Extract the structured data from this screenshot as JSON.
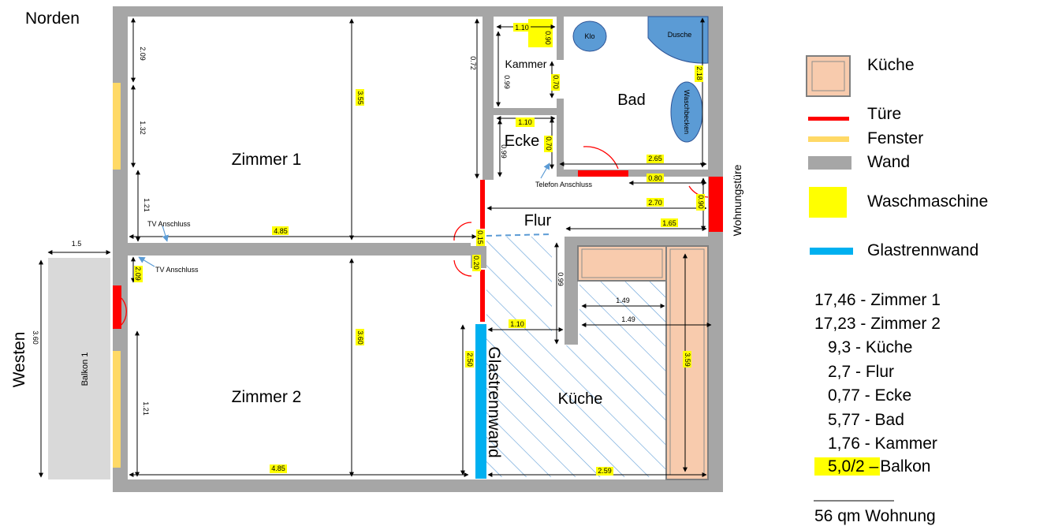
{
  "compass": {
    "north": "Norden",
    "west": "Westen"
  },
  "rooms": {
    "zimmer1": "Zimmer 1",
    "zimmer2": "Zimmer 2",
    "kammer": "Kammer",
    "bad": "Bad",
    "ecke": "Ecke",
    "flur": "Flur",
    "kueche": "Küche",
    "glastrennwand": "Glastrennwand",
    "balkon": "Balkon 1",
    "klo": "Klo",
    "dusche": "Dusche",
    "waschbecken": "Waschbecken",
    "wohnungstuere": "Wohnungstüre"
  },
  "notes": {
    "tv1": "TV Anschluss",
    "tv2": "TV Anschluss",
    "telefon": "Telefon Anschluss"
  },
  "dimensions": {
    "d_209_top": "2.09",
    "d_132": "1.32",
    "d_121_top": "1.21",
    "d_355": "3.55",
    "d_485_top": "4.85",
    "d_072": "0.72",
    "d_110_kammer": "1.10",
    "d_090_kammer": "0.90",
    "d_099_kammer": "0.99",
    "d_070_top": "0.70",
    "d_110_ecke": "1.10",
    "d_099_ecke": "0.99",
    "d_070_ecke": "0.70",
    "d_218": "2.18",
    "d_265": "2.65",
    "d_080": "0.80",
    "d_270": "2.70",
    "d_090_door": "0.90",
    "d_165": "1.65",
    "d_015": "0.15",
    "d_020": "0.20",
    "d_15_balkon": "1.5",
    "d_360_balkon": "3.60",
    "d_209_bottom": "2.09",
    "d_360": "3.60",
    "d_121_bottom": "1.21",
    "d_485_bottom": "4.85",
    "d_250": "2.50",
    "d_110_flur": "1.10",
    "d_099_flur": "0.99",
    "d_149_a": "1.49",
    "d_149_b": "1.49",
    "d_359": "3.59",
    "d_259": "2.59"
  },
  "legend": [
    {
      "label": "Küche",
      "swatch": "kitchen"
    },
    {
      "label": "Türe",
      "swatch": "door"
    },
    {
      "label": "Fenster",
      "swatch": "window"
    },
    {
      "label": "Wand",
      "swatch": "wall"
    },
    {
      "label": "Waschmaschine",
      "swatch": "washer"
    },
    {
      "label": "Glastrennwand",
      "swatch": "glass"
    }
  ],
  "areas": [
    {
      "text": "17,46 - Zimmer 1"
    },
    {
      "text": "17,23 - Zimmer 2"
    },
    {
      "text": "9,3 - Küche"
    },
    {
      "text": "2,7 - Flur"
    },
    {
      "text": "0,77 - Ecke"
    },
    {
      "text": "5,77 - Bad"
    },
    {
      "text": "1,76 - Kammer"
    }
  ],
  "balkon_area": {
    "value": "5,0/2 –",
    "label": "Balkon"
  },
  "total": "56 qm Wohnung",
  "colors": {
    "wall": "#a6a6a6",
    "door": "#ff0000",
    "window": "#ffd966",
    "washer": "#ffff00",
    "glass": "#00b0f0",
    "kitchen": "#f8cbad",
    "fixture": "#5b9bd5",
    "hatch": "#5b9bd5",
    "balcony": "#d9d9d9"
  }
}
